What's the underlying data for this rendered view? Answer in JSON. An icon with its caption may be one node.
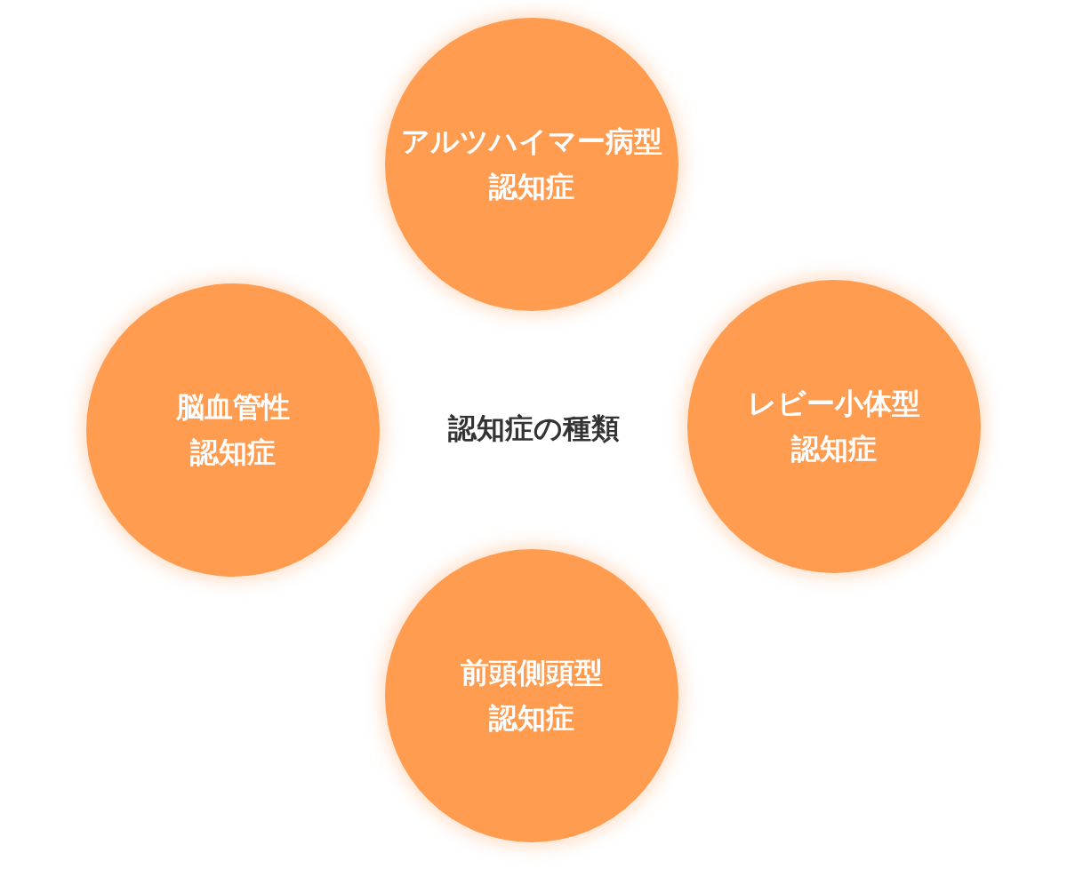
{
  "diagram": {
    "title": "認知症の種類",
    "nodes": [
      {
        "text": [
          "アルツハイマー病型認知症"
        ]
      },
      {
        "text": [
          "脳血管性認知症"
        ]
      },
      {
        "text": [
          "レビー小体型認知症"
        ]
      },
      {
        "text": [
          "前頭側頭型認知症"
        ]
      }
    ]
  }
}
